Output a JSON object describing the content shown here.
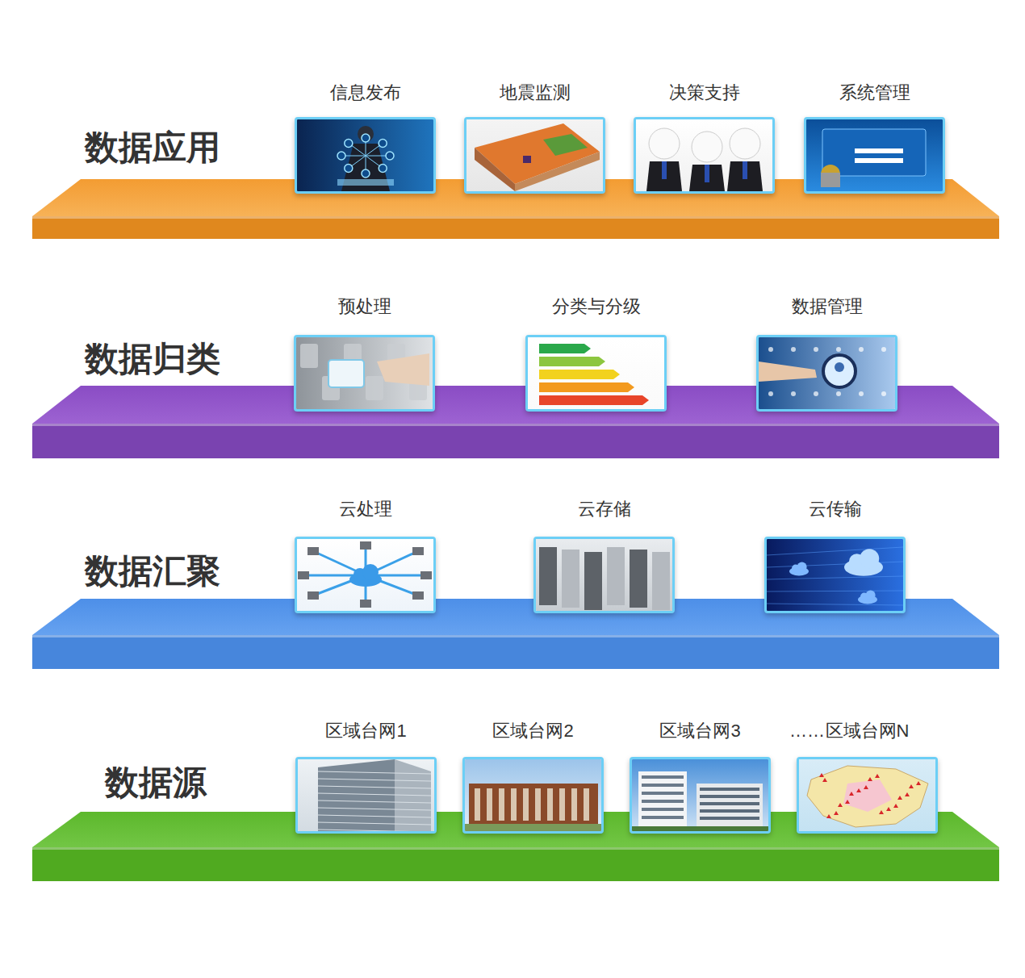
{
  "diagram": {
    "nodes": [
      {
        "text": [
          "数据应用"
        ]
      },
      {
        "text": [
          "信息发布"
        ],
        "in": 0
      },
      {
        "text": [
          "地震监测"
        ],
        "in": 0
      },
      {
        "text": [
          "决策支持"
        ],
        "in": 0
      },
      {
        "text": [
          "系统管理"
        ],
        "in": 0
      },
      {
        "text": [
          "数据归类"
        ]
      },
      {
        "text": [
          "预处理"
        ],
        "in": 5
      },
      {
        "text": [
          "分类与分级"
        ],
        "in": 5
      },
      {
        "text": [
          "数据管理"
        ],
        "in": 5
      },
      {
        "text": [
          "数据汇聚"
        ]
      },
      {
        "text": [
          "云处理"
        ],
        "in": 9
      },
      {
        "text": [
          "云存储"
        ],
        "in": 9
      },
      {
        "text": [
          "云传输"
        ],
        "in": 9
      },
      {
        "text": [
          "数据源"
        ]
      },
      {
        "text": [
          "区域台网1"
        ],
        "in": 13
      },
      {
        "text": [
          "区域台网2"
        ],
        "in": 13
      },
      {
        "text": [
          "区域台网3"
        ],
        "in": 13
      },
      {
        "text": [
          "区域台网N"
        ],
        "in": 13
      }
    ],
    "labels": [
      "……"
    ]
  }
}
